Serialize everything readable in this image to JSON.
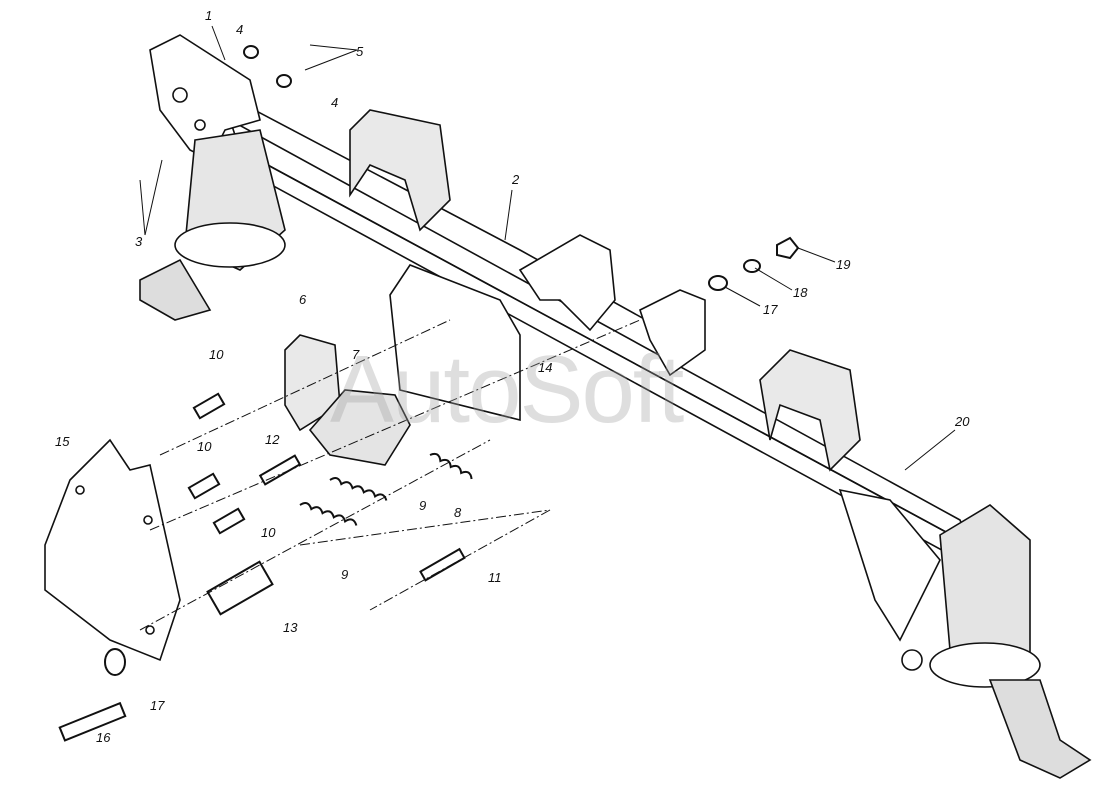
{
  "watermark": "AutoSoft",
  "callouts": {
    "c1": "1",
    "c4a": "4",
    "c5": "5",
    "c4b": "4",
    "c2": "2",
    "c3": "3",
    "c19": "19",
    "c18": "18",
    "c17a": "17",
    "c6": "6",
    "c10a": "10",
    "c7": "7",
    "c14": "14",
    "c10b": "10",
    "c12": "12",
    "c15": "15",
    "c9a": "9",
    "c8": "8",
    "c10c": "10",
    "c9b": "9",
    "c11": "11",
    "c13": "13",
    "c20": "20",
    "c17b": "17",
    "c16": "16"
  }
}
